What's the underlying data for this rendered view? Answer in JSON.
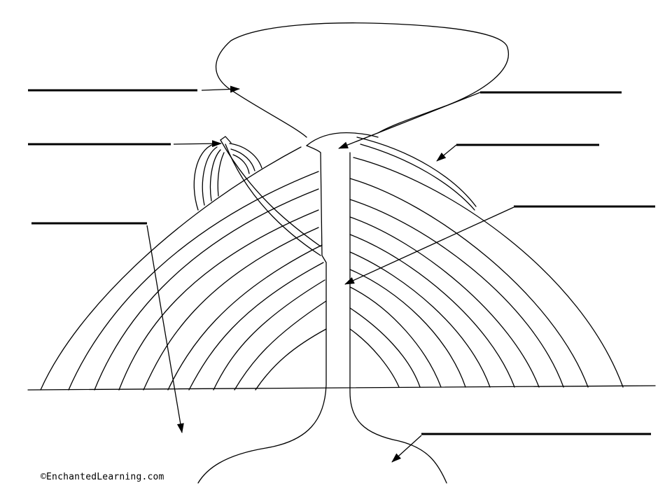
{
  "credit": "©EnchantedLearning.com",
  "colors": {
    "line": "#000000",
    "background": "#ffffff"
  },
  "labels": [
    {
      "id": "ash-cloud",
      "text": ""
    },
    {
      "id": "side-vent",
      "text": ""
    },
    {
      "id": "crater",
      "text": ""
    },
    {
      "id": "lava-flow",
      "text": ""
    },
    {
      "id": "conduit",
      "text": ""
    },
    {
      "id": "crust",
      "text": ""
    },
    {
      "id": "magma-chamber",
      "text": ""
    }
  ]
}
